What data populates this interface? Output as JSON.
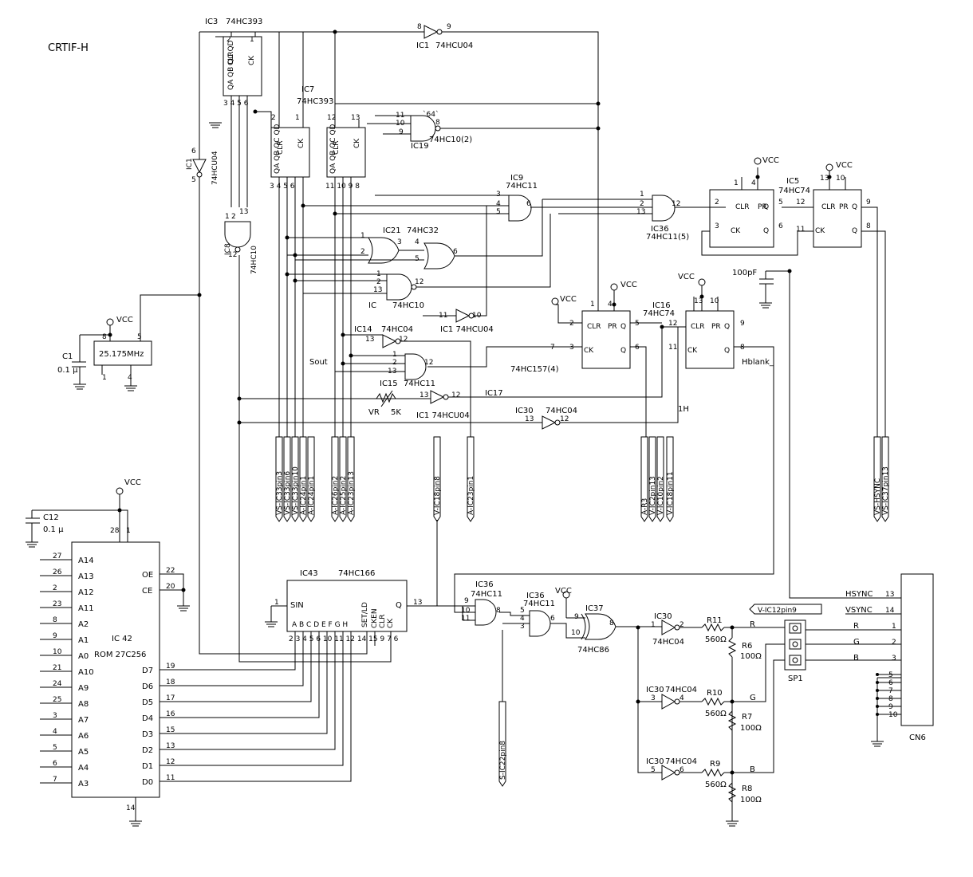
{
  "title": "CRTIF-H",
  "ic3": {
    "name": "IC3",
    "part": "74HC393",
    "pins": [
      "CLR",
      "CK",
      "QA",
      "QB",
      "QC",
      "QD"
    ]
  },
  "ic7": {
    "name": "IC7",
    "part": "74HC393",
    "pins": [
      "CLR",
      "CK",
      "QA",
      "QB",
      "QC",
      "QD"
    ]
  },
  "ic1_top": {
    "name": "IC1",
    "part": "74HCU04"
  },
  "ic1_mid": {
    "label": "IC1 74HCU04"
  },
  "ic1_v": {
    "name": "IC1",
    "part": "74HCU04"
  },
  "ic1_bot": {
    "label": "IC1 74HCU04"
  },
  "ic19": {
    "name": "IC19",
    "part": "74HC10(2)",
    "note": "`64`"
  },
  "ic9": {
    "name": "IC9",
    "part": "74HC11"
  },
  "ic36_top": {
    "name": "IC36",
    "part": "74HC11(5)"
  },
  "ic21": {
    "name": "IC21",
    "part": "74HC32"
  },
  "ic_nand": {
    "name": "IC",
    "part": "74HC10"
  },
  "ic8": {
    "name": "IC8",
    "part": "74HC10"
  },
  "ic14": {
    "name": "IC14",
    "part": "74HC04"
  },
  "ic15": {
    "name": "IC15",
    "part": "74HC11"
  },
  "ic17": {
    "name": "IC17"
  },
  "ic30_top": {
    "name": "IC30",
    "part": "74HC04"
  },
  "ic5": {
    "name": "IC5",
    "part": "74HC74",
    "pins": [
      "CLR",
      "PR",
      "Q",
      "CK",
      "Q̅"
    ]
  },
  "ic16": {
    "name": "IC16",
    "part": "74HC74",
    "pins": [
      "CLR",
      "PR",
      "Q",
      "CK",
      "Q̅"
    ]
  },
  "ic157": {
    "part": "74HC157(4)"
  },
  "osc": {
    "freq": "25.175MHz"
  },
  "c1": {
    "name": "C1",
    "value": "0.1 μ"
  },
  "c12": {
    "name": "C12",
    "value": "0.1 μ"
  },
  "cap100": {
    "value": "100pF"
  },
  "vcc": "VCC",
  "vr": {
    "name": "VR",
    "value": "5K"
  },
  "sout": "Sout",
  "hblank": "Hblank_",
  "h1": "1H",
  "rom": {
    "name": "IC 42",
    "part": "ROM 27C256",
    "left": [
      {
        "pin": "27",
        "sig": "A14"
      },
      {
        "pin": "26",
        "sig": "A13"
      },
      {
        "pin": "2",
        "sig": "A12"
      },
      {
        "pin": "23",
        "sig": "A11"
      },
      {
        "pin": "8",
        "sig": "A2"
      },
      {
        "pin": "9",
        "sig": "A1"
      },
      {
        "pin": "10",
        "sig": "A0"
      },
      {
        "pin": "21",
        "sig": "A10"
      },
      {
        "pin": "24",
        "sig": "A9"
      },
      {
        "pin": "25",
        "sig": "A8"
      },
      {
        "pin": "3",
        "sig": "A7"
      },
      {
        "pin": "4",
        "sig": "A6"
      },
      {
        "pin": "5",
        "sig": "A5"
      },
      {
        "pin": "6",
        "sig": "A4"
      },
      {
        "pin": "7",
        "sig": "A3"
      }
    ],
    "right": [
      {
        "pin": "22",
        "sig": "OE"
      },
      {
        "pin": "20",
        "sig": "CE"
      },
      {
        "pin": "19",
        "sig": "D7"
      },
      {
        "pin": "18",
        "sig": "D6"
      },
      {
        "pin": "17",
        "sig": "D5"
      },
      {
        "pin": "16",
        "sig": "D4"
      },
      {
        "pin": "15",
        "sig": "D3"
      },
      {
        "pin": "13",
        "sig": "D2"
      },
      {
        "pin": "12",
        "sig": "D1"
      },
      {
        "pin": "11",
        "sig": "D0"
      }
    ],
    "pin28": "28",
    "pin1": "1",
    "pin14": "14"
  },
  "ic43": {
    "name": "IC43",
    "part": "74HC166",
    "sin": "SIN",
    "q": "Q",
    "pin1": "1",
    "pin13": "13",
    "bottom_pins": "2 3 4 5 6 10 11 12 14 15 9 7 6",
    "bottom_labels": [
      "A",
      "B",
      "C",
      "D",
      "E",
      "F",
      "G",
      "H"
    ],
    "side": [
      "SET/LD",
      "CKEN",
      "CLR",
      "CK"
    ]
  },
  "ic36_bot": {
    "name": "IC36",
    "part": "74HC11"
  },
  "ic36_bot2": {
    "name": "IC36",
    "part": "74HC11"
  },
  "ic37": {
    "name": "IC37",
    "part": "74HC86"
  },
  "ic30_r": {
    "name": "IC30",
    "part": "74HC04"
  },
  "ic30_g": {
    "name": "IC30",
    "part": "74HC04"
  },
  "ic30_b": {
    "name": "IC30",
    "part": "74HC04"
  },
  "r11": {
    "name": "R11",
    "value": "560Ω"
  },
  "r10": {
    "name": "R10",
    "value": "560Ω"
  },
  "r9": {
    "name": "R9",
    "value": "560Ω"
  },
  "r6": {
    "name": "R6",
    "value": "100Ω"
  },
  "r7": {
    "name": "R7",
    "value": "100Ω"
  },
  "r8": {
    "name": "R8",
    "value": "100Ω"
  },
  "sp1": "SP1",
  "cn6": {
    "name": "CN6",
    "rows": [
      {
        "sig": "HSYNC",
        "pin": "13"
      },
      {
        "sig": "VSYNC",
        "pin": "14"
      },
      {
        "sig": "R",
        "pin": "1"
      },
      {
        "sig": "G",
        "pin": "2"
      },
      {
        "sig": "B",
        "pin": "3"
      }
    ],
    "gnd_pins": [
      "5",
      "6",
      "7",
      "8",
      "9",
      "10"
    ]
  },
  "rgb": {
    "r": "R",
    "g": "G",
    "b": "B"
  },
  "flags": [
    "VS-IC33pin3",
    "VS-IC33pin6",
    "VS-IC33pin10",
    "A-IC24pin1",
    "A-IC24pin1",
    "A-IC26pin2",
    "A-IC25pin2",
    "A-IC23pin13",
    "V-IC18pin8",
    "A-IC23pin1",
    "A-R3",
    "V-IC2pin13",
    "V-IC10pin2",
    "V-IC18pin11",
    "VS-HSYNC",
    "VS-IC37pin13",
    "S-IC22pin8",
    "V-IC12pin9"
  ]
}
